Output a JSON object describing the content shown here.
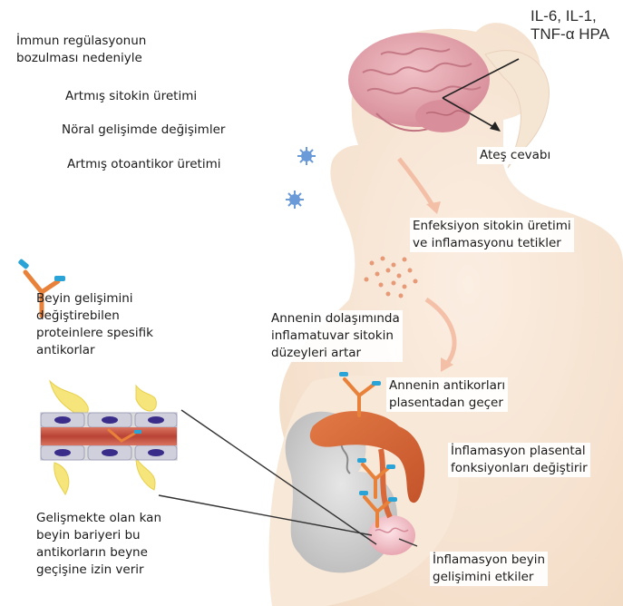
{
  "labels": {
    "immune_title": "İmmun regülasyonun\nbozulması nedeniyle",
    "cytokine_production": "Artmış sitokin üretimi",
    "neural_changes": "Nöral gelişimde değişimler",
    "autoantibody": "Artmış otoantikor üretimi",
    "il6": "IL-6, IL-1,\nTNF-α HPA",
    "fever": "Ateş cevabı",
    "infection": "Enfeksiyon sitokin üretimi\nve inflamasyonu tetikler",
    "antibodies_specific": "Beyin gelişimini\ndeğiştirebilen\nproteinlere spesifik\nantikorlar",
    "maternal_circulation": "Annenin dolaşımında\ninflamatuvar sitokin\ndüzeyleri artar",
    "maternal_antibodies": "Annenin antikorları\nplasentadan geçer",
    "placenta": "İnflamasyon plasental\nfonksiyonları değiştirir",
    "bbb": "Gelişmekte olan kan\nbeyin bariyeri bu\nantikorların beyne\ngeçişine izin verir",
    "brain_dev": "İnflamasyon beyin\ngelişimini etkiler"
  },
  "colors": {
    "body_silhouette": "#f6e3d1",
    "brain": "#e2a3ad",
    "placenta": "#d9683a",
    "vessel": "#c0504d",
    "antibody_orange": "#e8813a",
    "antibody_blue": "#2aa3d6",
    "virus": "#5a8fd0",
    "neuron": "#f3e36a"
  }
}
